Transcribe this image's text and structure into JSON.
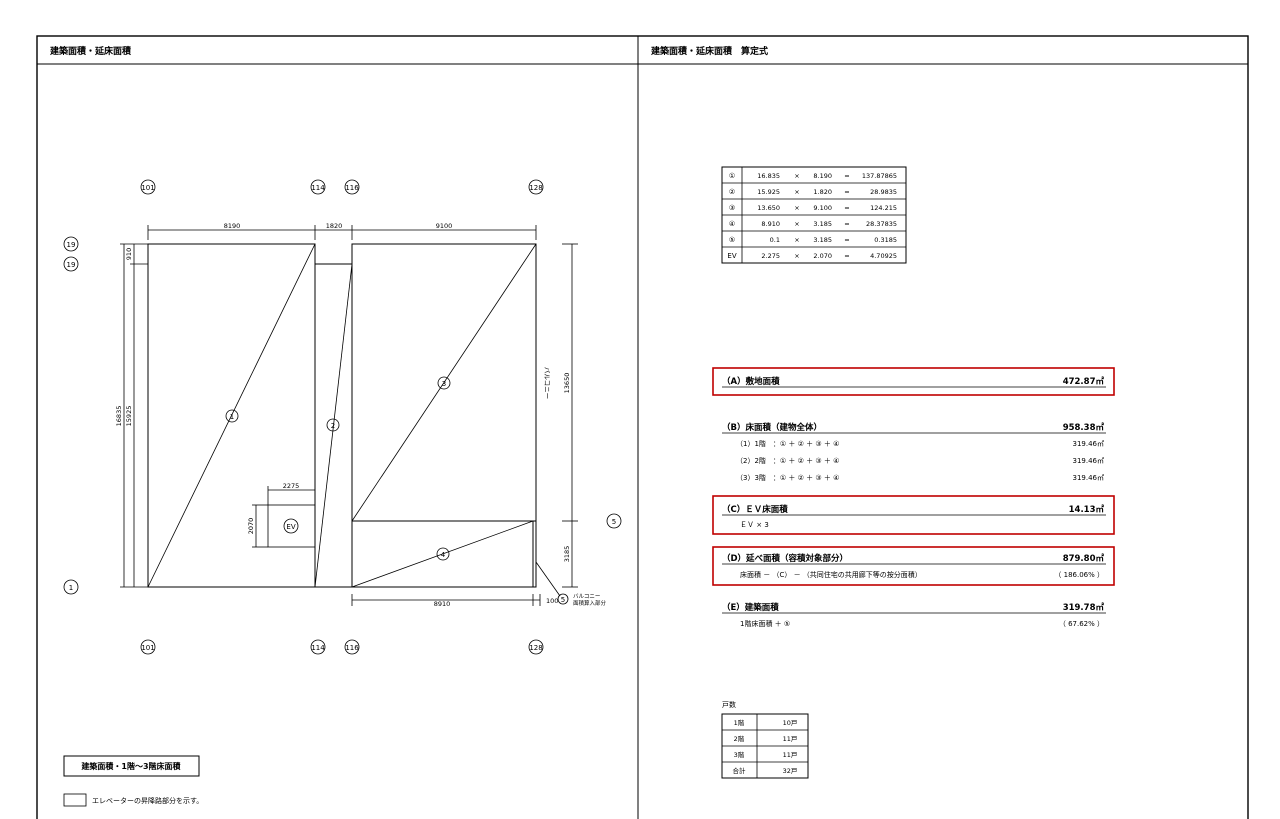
{
  "left_panel": {
    "title": "建築面積・延床面積",
    "grid_labels_top": [
      "101",
      "114",
      "116",
      "128"
    ],
    "grid_labels_bottom": [
      "101",
      "114",
      "116",
      "128"
    ],
    "grid_labels_left": [
      "19",
      "19",
      "1"
    ],
    "grid_label_right": "5",
    "dims_top": [
      "8190",
      "1820",
      "9100"
    ],
    "dim_left_small": "910",
    "dim_left_a": "16835",
    "dim_left_b": "15925",
    "dim_right_a": "13650",
    "dim_right_b": "3185",
    "dim_bottom_a": "8910",
    "dim_bottom_b": "100",
    "ev_dim_w": "2275",
    "ev_dim_h": "2070",
    "ev_label": "EV",
    "region_labels": [
      "1",
      "2",
      "3",
      "4",
      "5"
    ],
    "balcony_label": "バルコニー",
    "balcony_note_1": "バルコニー",
    "balcony_note_2": "面積算入部分",
    "caption_box": "建築面積・1階〜3階床面積",
    "legend_text": "エレベーターの昇降路部分を示す。"
  },
  "right_panel": {
    "title": "建築面積・延床面積　算定式",
    "calc_rows": [
      {
        "id": "①",
        "a": "16.835",
        "op": "×",
        "b": "8.190",
        "eq": "=",
        "r": "137.87865"
      },
      {
        "id": "②",
        "a": "15.925",
        "op": "×",
        "b": "1.820",
        "eq": "=",
        "r": "28.9835"
      },
      {
        "id": "③",
        "a": "13.650",
        "op": "×",
        "b": "9.100",
        "eq": "=",
        "r": "124.215"
      },
      {
        "id": "④",
        "a": "8.910",
        "op": "×",
        "b": "3.185",
        "eq": "=",
        "r": "28.37835"
      },
      {
        "id": "⑤",
        "a": "0.1",
        "op": "×",
        "b": "3.185",
        "eq": "=",
        "r": "0.3185"
      },
      {
        "id": "EV",
        "a": "2.275",
        "op": "×",
        "b": "2.070",
        "eq": "=",
        "r": "4.70925"
      }
    ],
    "A": {
      "label": "（A）敷地面積",
      "value": "472.87㎡"
    },
    "B": {
      "label": "（B）床面積（建物全体）",
      "value": "958.38㎡",
      "rows": [
        {
          "label": "（1）1階　：① ＋ ② ＋ ③ ＋ ④",
          "value": "319.46㎡"
        },
        {
          "label": "（2）2階　：① ＋ ② ＋ ③ ＋ ④",
          "value": "319.46㎡"
        },
        {
          "label": "（3）3階　：① ＋ ② ＋ ③ ＋ ④",
          "value": "319.46㎡"
        }
      ]
    },
    "C": {
      "label": "（C）ＥＶ床面積",
      "value": "14.13㎡",
      "formula": "ＥＶ × 3"
    },
    "D": {
      "label": "（D）延べ面積（容積対象部分）",
      "value": "879.80㎡",
      "formula": "床面積 － （C） － （共同住宅の共用廊下等の按分面積）",
      "ratio": "（ 186.06% ）"
    },
    "E": {
      "label": "（E）建築面積",
      "value": "319.78㎡",
      "formula": "1階床面積 ＋ ⑤",
      "ratio": "（ 67.62% ）"
    },
    "units_title": "戸数",
    "units": [
      {
        "floor": "1階",
        "count": "10戸"
      },
      {
        "floor": "2階",
        "count": "11戸"
      },
      {
        "floor": "3階",
        "count": "11戸"
      },
      {
        "floor": "合計",
        "count": "32戸"
      }
    ]
  },
  "colors": {
    "frame": "#000000",
    "highlight": "#c00000"
  }
}
